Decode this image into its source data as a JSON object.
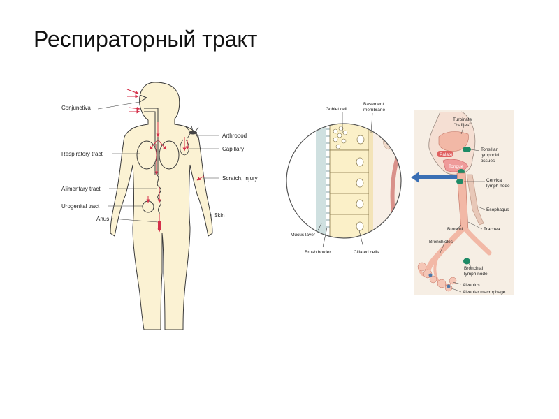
{
  "slide": {
    "title": "Респираторный тракт"
  },
  "body_diagram": {
    "labels": {
      "conjunctiva": "Conjunctiva",
      "respiratory_tract": "Respiratory tract",
      "alimentary_tract": "Alimentary tract",
      "urogenital_tract": "Urogenital tract",
      "anus": "Anus",
      "arthropod": "Arthropod",
      "capillary": "Capillary",
      "scratch_injury": "Scratch, injury",
      "skin": "Skin"
    }
  },
  "epithelium_diagram": {
    "labels": {
      "goblet_cell": "Goblet cell",
      "basement_line1": "Basement",
      "basement_line2": "membrane",
      "mucus_layer": "Mucus layer",
      "brush_border": "Brush border",
      "ciliated_cells": "Ciliated cells"
    }
  },
  "airway_diagram": {
    "labels": {
      "turbinate_line1": "Turbinate",
      "turbinate_line2": "\"baffles\"",
      "palate": "Palate",
      "tongue": "Tongue",
      "tonsillar_line1": "Tonsillar",
      "tonsillar_line2": "lymphoid",
      "tonsillar_line3": "tissues",
      "cervical_line1": "Cervical",
      "cervical_line2": "lymph node",
      "esophagus": "Esophagus",
      "bronchi": "Bronchi",
      "trachea": "Trachea",
      "bronchioles": "Bronchioles",
      "bronchial_line1": "Bronchial",
      "bronchial_line2": "lymph node",
      "alveolus": "Alveolus",
      "alveolar_macrophage": "Alveolar macrophage"
    }
  },
  "colors": {
    "skin_fill": "#fbf2d3",
    "outline": "#3a3a3a",
    "arrow_red": "#d4304a",
    "airway_pink": "#f2b8a6",
    "pointer_blue": "#3a6fb4",
    "lymph_green": "#1e8a66",
    "panel_bg": "#f6eee4"
  }
}
